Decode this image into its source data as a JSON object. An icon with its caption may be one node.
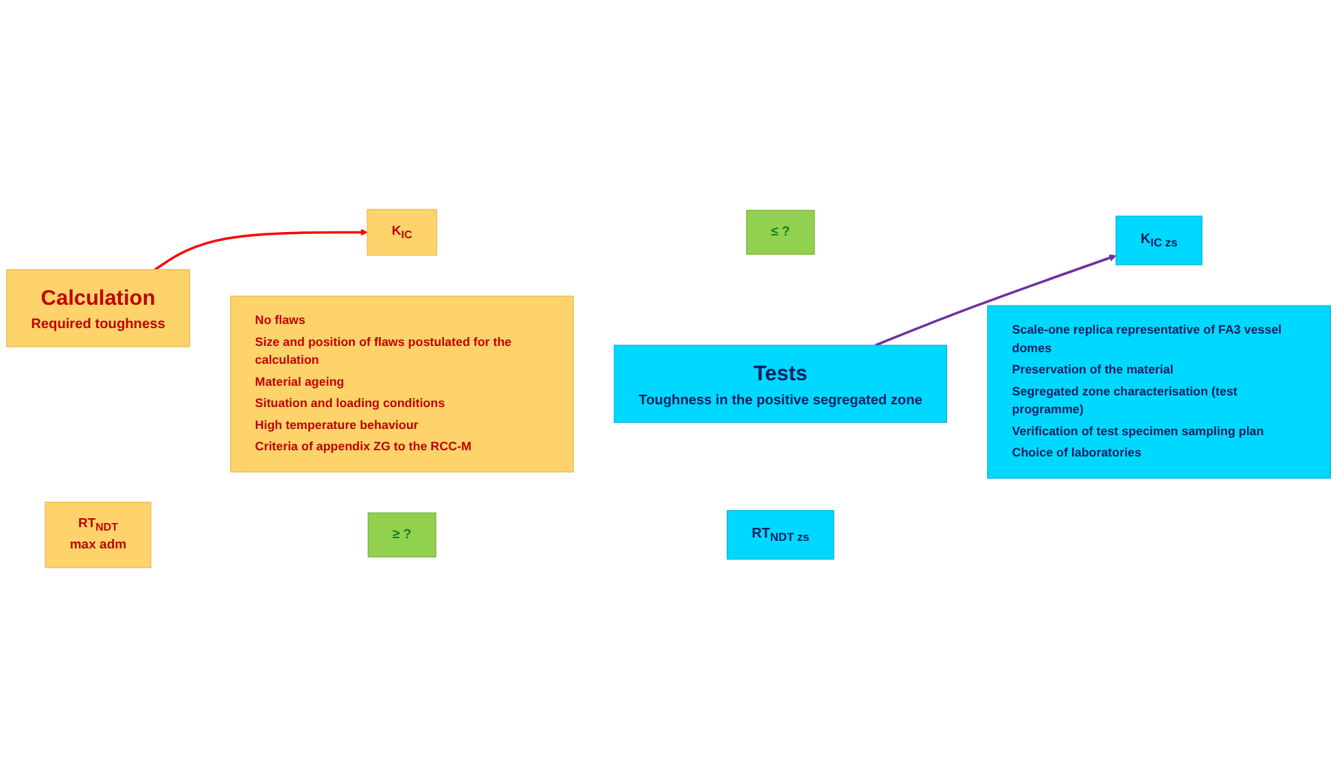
{
  "diagram": {
    "nodes": [
      {
        "text": [
          "Calculation",
          "Required toughness"
        ]
      },
      {
        "text": [
          "K$_{IC}$"
        ]
      },
      {
        "text": [
          "≤ ?"
        ]
      },
      {
        "text": [
          "K$_{IC zs}$"
        ]
      },
      {
        "text": [
          "Tests",
          "Toughness in the positive segregated zone"
        ]
      },
      {
        "text": [
          "RT$_{NDT}$",
          "max adm"
        ]
      },
      {
        "text": [
          "≥ ?"
        ]
      },
      {
        "text": [
          "RT$_{NDT zs}$"
        ]
      },
      {
        "text": [
          "No flaws",
          "Size and position of flaws postulated for the calculation",
          "Material ageing",
          "Situation and loading conditions",
          "High temperature behaviour",
          "Criteria of appendix ZG to the RCC-M"
        ]
      },
      {
        "text": [
          "Scale-one replica representative of FA3 vessel domes",
          "Preservation of the material",
          "Segregated zone characterisation (test programme)",
          "Verification of test specimen sampling plan",
          "Choice of laboratories"
        ]
      }
    ],
    "edges": [
      {
        "from": 0,
        "to": 1,
        "arrow": "to",
        "color": "#ff0000"
      },
      {
        "from": 4,
        "to": 3,
        "arrow": "to",
        "color": "#7030a0"
      }
    ]
  }
}
